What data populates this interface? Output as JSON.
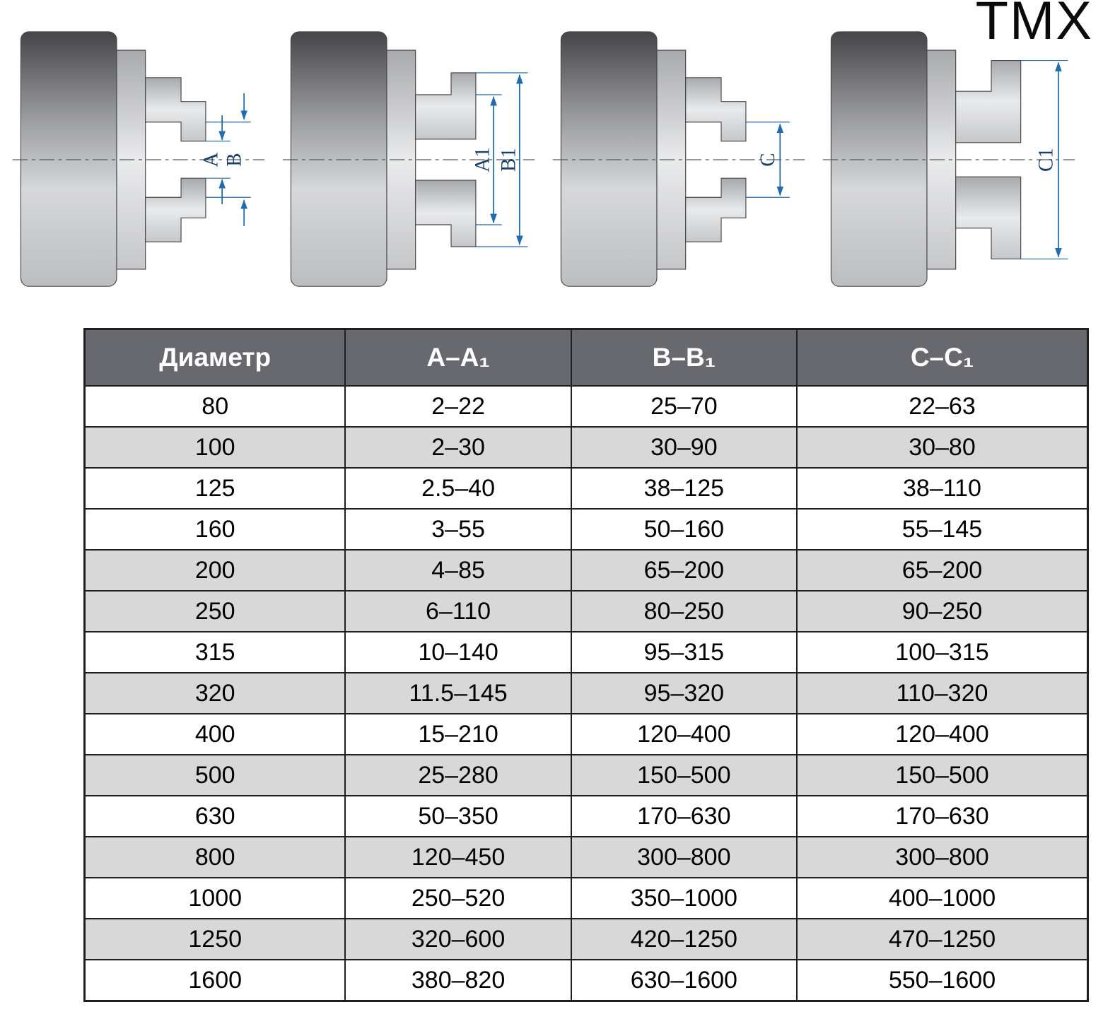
{
  "brand": "TMX",
  "diagrams": [
    {
      "name": "chuck-section-inner-clamping-small",
      "labels": [
        "A",
        "B"
      ]
    },
    {
      "name": "chuck-section-inner-clamping-large",
      "labels": [
        "A1",
        "B1"
      ]
    },
    {
      "name": "chuck-section-outer-clamping-small",
      "labels": [
        "C"
      ]
    },
    {
      "name": "chuck-section-outer-clamping-large",
      "labels": [
        "C1"
      ]
    }
  ],
  "table": {
    "headers": [
      "Диаметр",
      "А–А₁",
      "В–В₁",
      "С–С₁"
    ],
    "rows": [
      {
        "diameter": "80",
        "a": "2–22",
        "b": "25–70",
        "c": "22–63",
        "shaded": false
      },
      {
        "diameter": "100",
        "a": "2–30",
        "b": "30–90",
        "c": "30–80",
        "shaded": true
      },
      {
        "diameter": "125",
        "a": "2.5–40",
        "b": "38–125",
        "c": "38–110",
        "shaded": false
      },
      {
        "diameter": "160",
        "a": "3–55",
        "b": "50–160",
        "c": "55–145",
        "shaded": false
      },
      {
        "diameter": "200",
        "a": "4–85",
        "b": "65–200",
        "c": "65–200",
        "shaded": true
      },
      {
        "diameter": "250",
        "a": "6–110",
        "b": "80–250",
        "c": "90–250",
        "shaded": true
      },
      {
        "diameter": "315",
        "a": "10–140",
        "b": "95–315",
        "c": "100–315",
        "shaded": false
      },
      {
        "diameter": "320",
        "a": "11.5–145",
        "b": "95–320",
        "c": "110–320",
        "shaded": true
      },
      {
        "diameter": "400",
        "a": "15–210",
        "b": "120–400",
        "c": "120–400",
        "shaded": false
      },
      {
        "diameter": "500",
        "a": "25–280",
        "b": "150–500",
        "c": "150–500",
        "shaded": true
      },
      {
        "diameter": "630",
        "a": "50–350",
        "b": "170–630",
        "c": "170–630",
        "shaded": false
      },
      {
        "diameter": "800",
        "a": "120–450",
        "b": "300–800",
        "c": "300–800",
        "shaded": true
      },
      {
        "diameter": "1000",
        "a": "250–520",
        "b": "350–1000",
        "c": "400–1000",
        "shaded": false
      },
      {
        "diameter": "1250",
        "a": "320–600",
        "b": "420–1250",
        "c": "470–1250",
        "shaded": true
      },
      {
        "diameter": "1600",
        "a": "380–820",
        "b": "630–1600",
        "c": "550–1600",
        "shaded": false
      }
    ]
  },
  "colors": {
    "dimension_line": "#1f6cb0",
    "dimension_label": "#173f6b",
    "table_header_bg": "#68686f",
    "row_shaded": "#d8d8d8",
    "table_border": "#1f1f1f"
  }
}
